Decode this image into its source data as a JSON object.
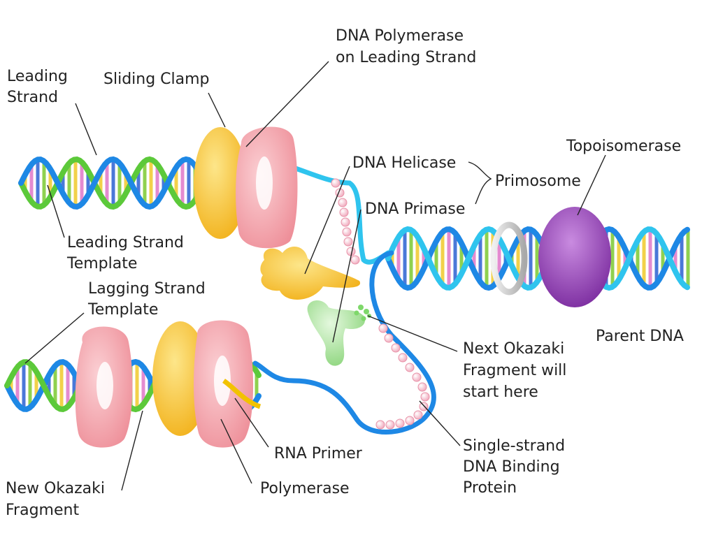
{
  "labels": {
    "leading_strand": [
      "Leading",
      "Strand"
    ],
    "sliding_clamp": "Sliding Clamp",
    "dna_polymerase_leading": [
      "DNA Polymerase",
      "on Leading Strand"
    ],
    "dna_helicase": "DNA Helicase",
    "primosome": "Primosome",
    "dna_primase": "DNA Primase",
    "topoisomerase": "Topoisomerase",
    "leading_strand_template": [
      "Leading Strand",
      "Template"
    ],
    "lagging_strand_template": [
      "Lagging Strand",
      "Template"
    ],
    "parent_dna": "Parent DNA",
    "next_okazaki": [
      "Next Okazaki",
      "Fragment will",
      "start here"
    ],
    "rna_primer": "RNA Primer",
    "single_strand_binding": [
      "Single-strand",
      "DNA Binding",
      "Protein"
    ],
    "new_okazaki": [
      "New Okazaki",
      "Fragment"
    ],
    "polymerase": "Polymerase"
  },
  "colors": {
    "strand_blue": "#1e88e5",
    "strand_cyan": "#2fc4ee",
    "new_strand_green": "#5cc93a",
    "polymerase_pink": "#f4a0a8",
    "clamp_yellow": "#f7c52a",
    "helicase_yellow": "#f5c518",
    "primase_green": "#a6e39a",
    "topoisomerase_purple": "#8e3bb0",
    "binding_protein_pink": "#f5c0cc",
    "rung_colors": [
      "#f2d14a",
      "#e48bd0",
      "#4a78d8",
      "#8fd14f"
    ]
  }
}
